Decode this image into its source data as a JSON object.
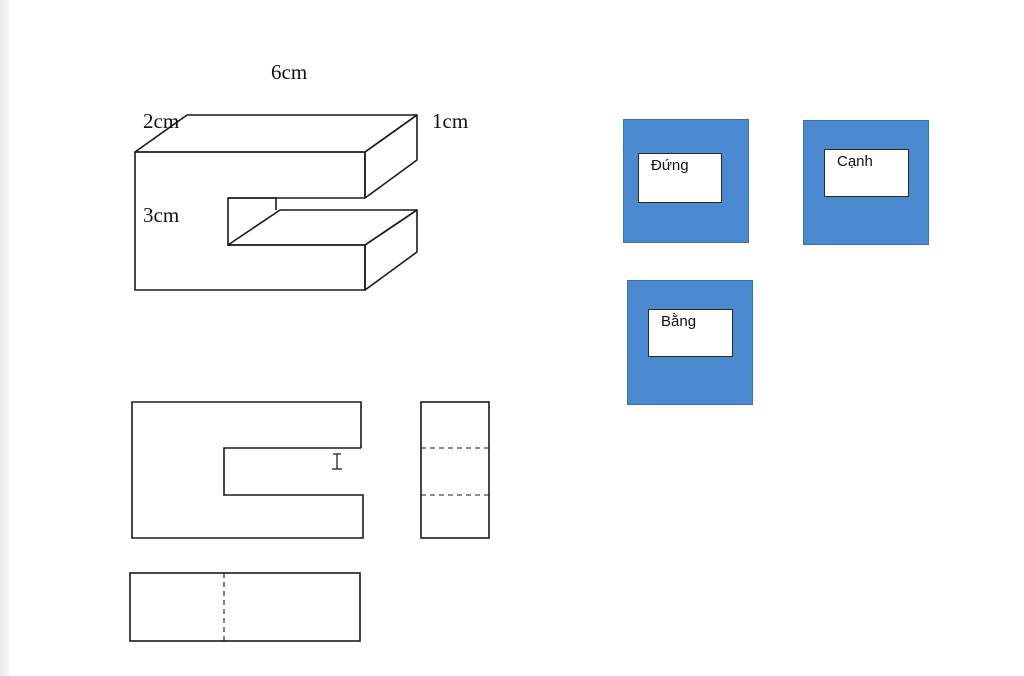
{
  "dimensions": {
    "length": "6cm",
    "depth_left": "2cm",
    "depth_right": "1cm",
    "height": "3cm"
  },
  "views": {
    "front": "Đứng",
    "side": "Cạnh",
    "top": "Bằng"
  },
  "colors": {
    "view_box": "#4a88d0",
    "line": "#1a1a1a"
  },
  "icons": {
    "cursor": "text-cursor-icon"
  }
}
